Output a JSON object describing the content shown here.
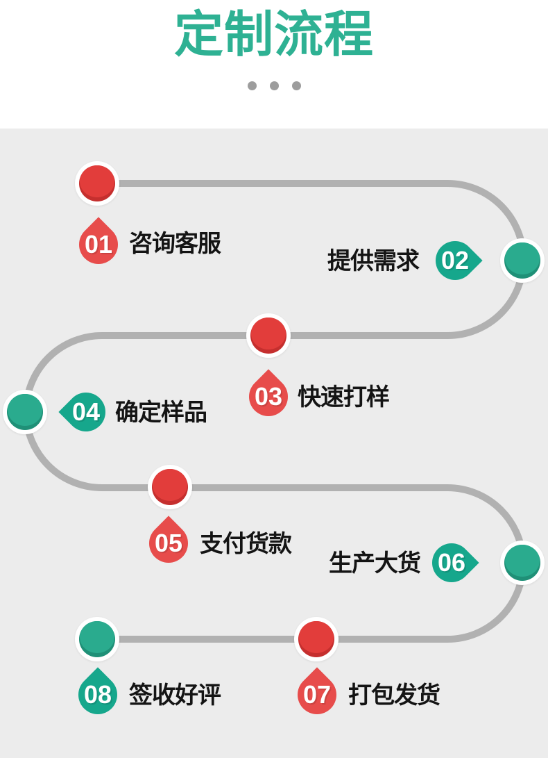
{
  "header": {
    "title": "定制流程"
  },
  "decor": {
    "dots_count": 3
  },
  "colors": {
    "title_green": "#2eb193",
    "red": "#e23d3b",
    "red_dark": "#c52f2e",
    "drop_red": "#e74c4b",
    "green": "#2aab8e",
    "green_dark": "#1f9077",
    "drop_green": "#16a78c",
    "path_gray": "#b1b1b1",
    "panel_bg": "#ececec",
    "text_ink": "#141414"
  },
  "steps": [
    {
      "number": "01",
      "label": "咨询客服",
      "color": "red"
    },
    {
      "number": "02",
      "label": "提供需求",
      "color": "green"
    },
    {
      "number": "03",
      "label": "快速打样",
      "color": "red"
    },
    {
      "number": "04",
      "label": "确定样品",
      "color": "green"
    },
    {
      "number": "05",
      "label": "支付货款",
      "color": "red"
    },
    {
      "number": "06",
      "label": "生产大货",
      "color": "green"
    },
    {
      "number": "07",
      "label": "打包发货",
      "color": "red"
    },
    {
      "number": "08",
      "label": "签收好评",
      "color": "green"
    }
  ]
}
